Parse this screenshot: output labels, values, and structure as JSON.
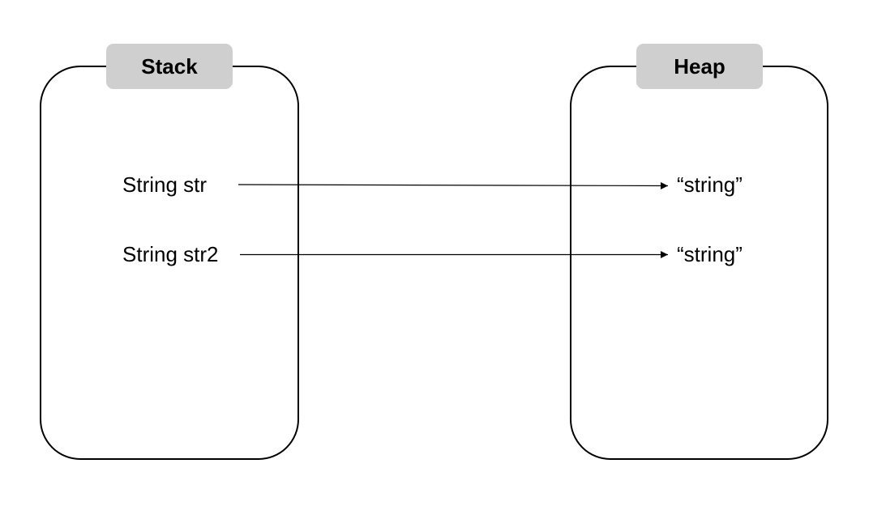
{
  "stack": {
    "title": "Stack",
    "variables": [
      {
        "label": "String str"
      },
      {
        "label": "String str2"
      }
    ]
  },
  "heap": {
    "title": "Heap",
    "values": [
      {
        "label": "“string”"
      },
      {
        "label": "“string”"
      }
    ]
  },
  "colors": {
    "tab_fill": "#d0cfcf",
    "border": "#000000",
    "text": "#000000",
    "background": "#ffffff"
  }
}
